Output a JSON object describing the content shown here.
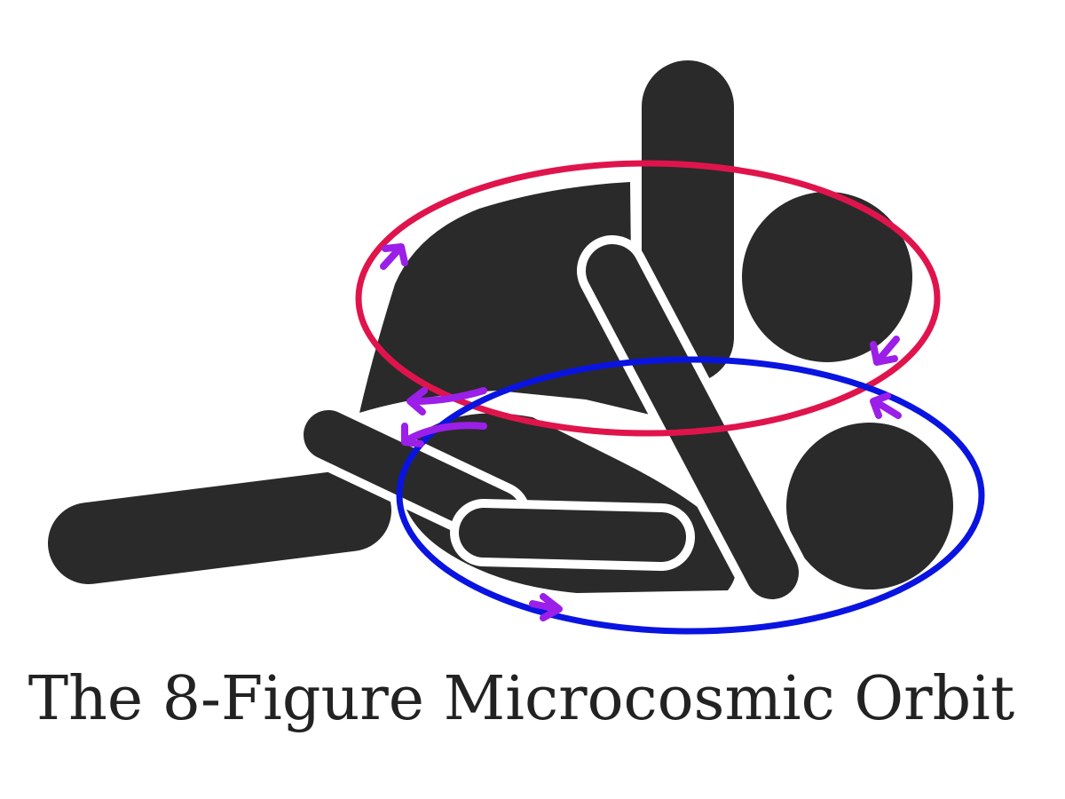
{
  "title": "The 8-Figure Microcosmic Orbit",
  "colors": {
    "figure": "#2a2a2a",
    "background": "#ffffff",
    "upper_orbit": "#e0144c",
    "lower_orbit": "#0a14e0",
    "arrows": "#9b1fe8",
    "text": "#222222"
  },
  "orbits": [
    {
      "name": "upper-orbit",
      "color": "red"
    },
    {
      "name": "lower-orbit",
      "color": "blue"
    }
  ],
  "icons": [
    "figure-silhouette",
    "direction-arrow"
  ]
}
